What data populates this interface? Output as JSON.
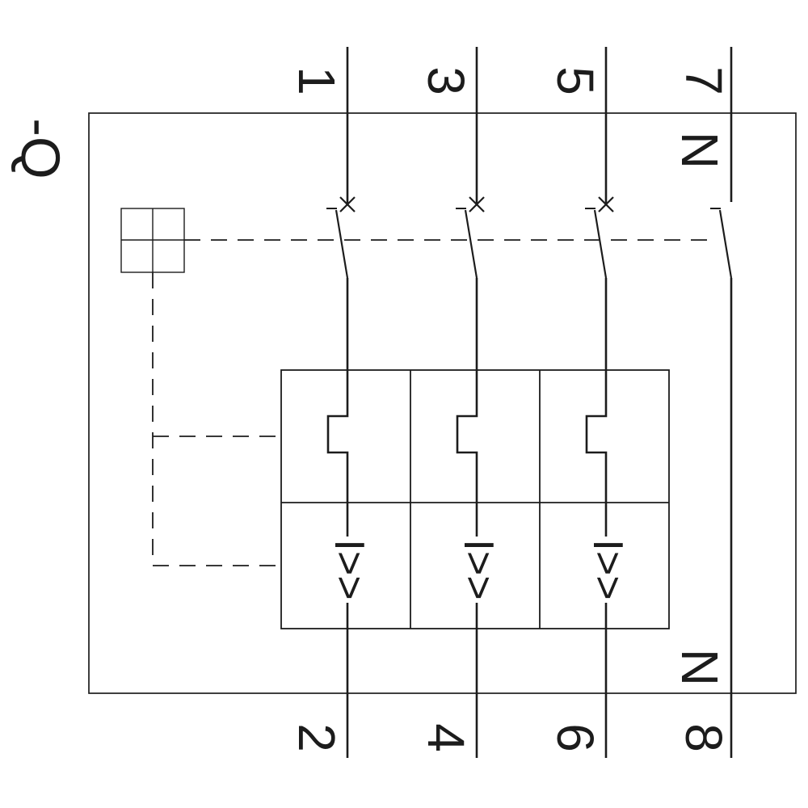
{
  "colors": {
    "ink": "#1c1c1c",
    "background": "#ffffff"
  },
  "device_label": "-Q",
  "poles": [
    {
      "top_terminal": "1",
      "bottom_terminal": "2",
      "trip_label": "I>>"
    },
    {
      "top_terminal": "3",
      "bottom_terminal": "4",
      "trip_label": "I>>"
    },
    {
      "top_terminal": "5",
      "bottom_terminal": "6",
      "trip_label": "I>>"
    },
    {
      "top_terminal": "7",
      "bottom_terminal": "8",
      "neutral_top_label": "N",
      "neutral_bottom_label": "N"
    }
  ]
}
